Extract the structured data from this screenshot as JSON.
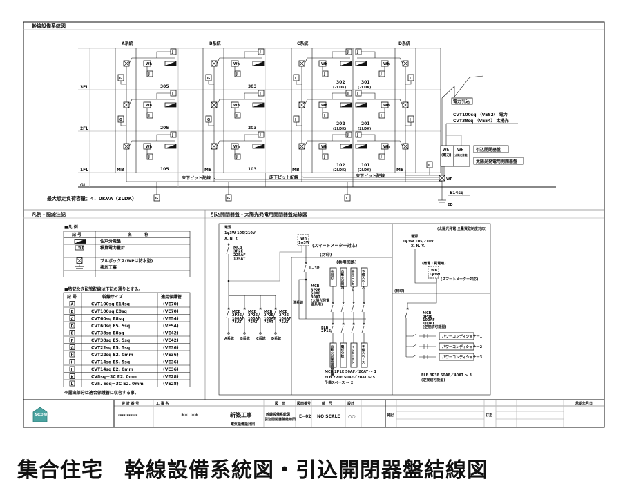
{
  "riser": {
    "title": "幹線設備系統図",
    "systems": [
      "A系統",
      "B系統",
      "C系統",
      "D系統"
    ],
    "floors": [
      "3FL",
      "2FL",
      "1FL",
      "GL"
    ],
    "units": [
      [
        "305",
        "303",
        "302",
        "301"
      ],
      [
        "205",
        "203",
        "202",
        "201"
      ],
      [
        "105",
        "103",
        "102",
        "101"
      ]
    ],
    "unit_type": "(2LDK)",
    "mb": "MB",
    "pit_label": "床下ピット配線",
    "max_load": "最大想定負荷容量：4．0KVA（2LDK）",
    "riser_codes": [
      "G",
      "G",
      "I",
      "I"
    ],
    "bottom_codes": [
      "G",
      "G",
      "I",
      "I"
    ],
    "service_drop": "電力引込",
    "cables": [
      "CVT100sq （VE82） 電力",
      "CVT38sq  （VE54） 太陽光"
    ],
    "panel_meters": [
      "Wh",
      "(電力)",
      "Wh",
      "(太陽光発電)"
    ],
    "panel_labels": [
      "引込開閉器盤",
      "太陽光発電用開閉器盤"
    ],
    "wp": "WP",
    "ground_cable": "E14sq",
    "ground_label": "ED",
    "symbols": {
      "wh": "Wh",
      "j": "J"
    }
  },
  "legend": {
    "section_title": "凡例・配線注記",
    "title": "■凡 例",
    "headers": [
      "記 号",
      "名　　　称"
    ],
    "items": [
      "住戸分電盤",
      "積算電力量計",
      "",
      "プルボックス(WPは防水型)",
      "接地工事",
      ""
    ],
    "wire_title": "■特記なき配管配線は下記の通りとする。",
    "wire_headers": [
      "記 号",
      "幹線サイズ",
      "適用保護管"
    ],
    "wire_rows": [
      [
        "A",
        "CVT100sq  E14sq",
        "(VE70)"
      ],
      [
        "B",
        "CVT100sq  E8sq",
        "(VE70)"
      ],
      [
        "C",
        "CVT60sq    E8sq",
        "(VE54)"
      ],
      [
        "D",
        "CVT60sq    E5. 5sq",
        "(VE54)"
      ],
      [
        "E",
        "CVT38sq    E8sq",
        "(VE42)"
      ],
      [
        "F",
        "CVT38sq    E5. 5sq",
        "(VE42)"
      ],
      [
        "G",
        "CVT22sq    E5. 5sq",
        "(VE36)"
      ],
      [
        "H",
        "CVT22sq    E2. 0mm",
        "(VE36)"
      ],
      [
        "I",
        "CVT14sq    E5. 5sq",
        "(VE36)"
      ],
      [
        "J",
        "CVT14sq    E2. 0mm",
        "(VE36)"
      ],
      [
        "K",
        "CV8sq－3C  E2. 0mm",
        "(VE28)"
      ],
      [
        "L",
        "CV5. 5sq－3C  E2. 0mm",
        "(VE28)"
      ]
    ],
    "note": "※露出部分は適合保護管に収容する事。"
  },
  "single_line": {
    "section_title": "引込開閉器盤・太陽光発電用開閉器盤結線図",
    "left": {
      "source": [
        "電源",
        "1φ3W  105/210V",
        "X. N. Y."
      ],
      "main_breaker": [
        "MCB",
        "3P2E",
        "225AF",
        "175AT"
      ],
      "meter": [
        "Wh",
        "1φ3W"
      ],
      "smart_meter": "(スマートメーター対応)",
      "seal": "(封印)",
      "l_breaker": "L−3P",
      "common": "(共用回路)",
      "pv_breaker": [
        "MCB",
        "3P2E",
        "50AF",
        "30AT",
        "(太陽光発電",
        "連系用)"
      ],
      "link_label": "連系線",
      "branch_breaker": [
        "MCB",
        "2P2E",
        "100AF",
        "75AT"
      ],
      "branches": [
        "A系統",
        "B系統",
        "C系統",
        "D系統"
      ],
      "top_circuits": [
        "共用灯",
        "自動火災報知",
        "共用コンセント",
        "予備スペース"
      ],
      "bottom_circuits": [
        "自動火災報知器受信機",
        "電灯分岐",
        "インターホン",
        "予備スペース"
      ],
      "elb_label": [
        "ELB",
        "2P1E"
      ],
      "summary": [
        "MCB  2P1E 50AF／20AT  ～ 1",
        "ELB  2P1E 50AF／20AT  ～ 5",
        "予備スペース                 ～ 2"
      ]
    },
    "right": {
      "note": "(太陽光発電 全量買取制度対応)",
      "source": [
        "電源",
        "1φ3W  105/210V",
        "X. N. Y."
      ],
      "meter_use": "(売電・買電用)",
      "meter": [
        "Wh",
        "1φ3W"
      ],
      "smart_meter": "(スマートメーター対応)",
      "seal": "(封印)",
      "breaker": [
        "MCB",
        "3P3E",
        "100AF",
        "100AT",
        "(逆接続可能型)"
      ],
      "pcs": [
        "パワーコンディショナー1",
        "パワーコンディショナー2",
        "パワーコンディショナー3"
      ],
      "elb": [
        "ELB  3P3E 50AF／40AT  ～ 3",
        "(逆接続可能型)"
      ]
    }
  },
  "title_block": {
    "logo": "ARCO WOOD",
    "design_no_label": "設 計 番 号",
    "design_no": "****-******",
    "project_label": "工 事 名",
    "project_owner": "＊＊　＊＊",
    "project_name": "新築工事",
    "project_sub": "電気設備設計図",
    "drawing_label": "図　面",
    "drawing_name": [
      "幹線設備系統図",
      "引込開閉器盤結線図"
    ],
    "drawing_no_label": "図面番号",
    "drawing_no": "E−02",
    "scale_label": "縮　尺",
    "scale": "NO SCALE",
    "design_label": "設計",
    "designer": "○○",
    "notes_label": "特記",
    "revision_label": "訂正",
    "approval_label": "承認年月日"
  },
  "caption": "集合住宅　幹線設備系統図・引込開閉器盤結線図"
}
